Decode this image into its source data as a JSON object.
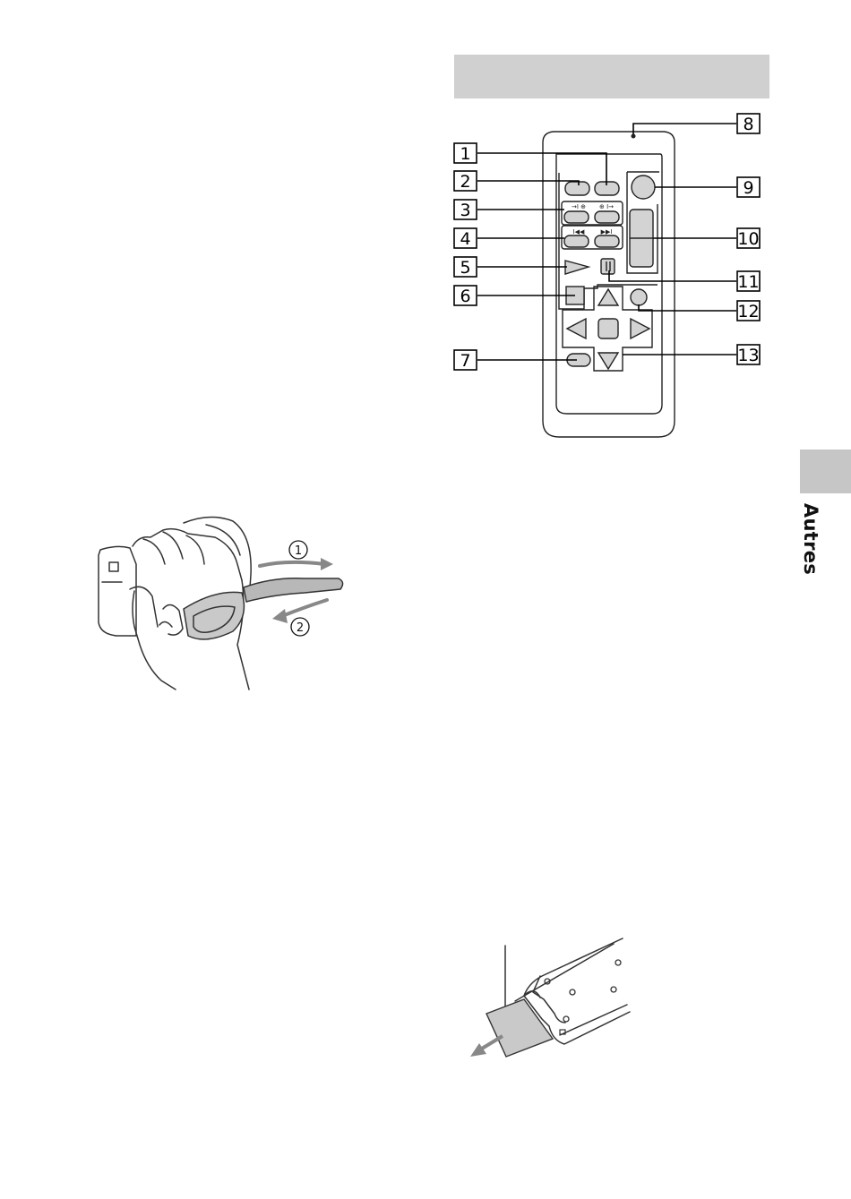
{
  "side_tab": {
    "label": "Autres"
  },
  "remote_callouts": [
    "1",
    "2",
    "3",
    "4",
    "5",
    "6",
    "7",
    "8",
    "9",
    "10",
    "11",
    "12",
    "13"
  ],
  "strap_steps": [
    "1",
    "2"
  ],
  "remote_glyphs": {
    "btn3_left": "→I ⊕",
    "btn3_right": "⊕ I→",
    "btn4_left": "I◀◀",
    "btn4_right": "▶▶I"
  }
}
